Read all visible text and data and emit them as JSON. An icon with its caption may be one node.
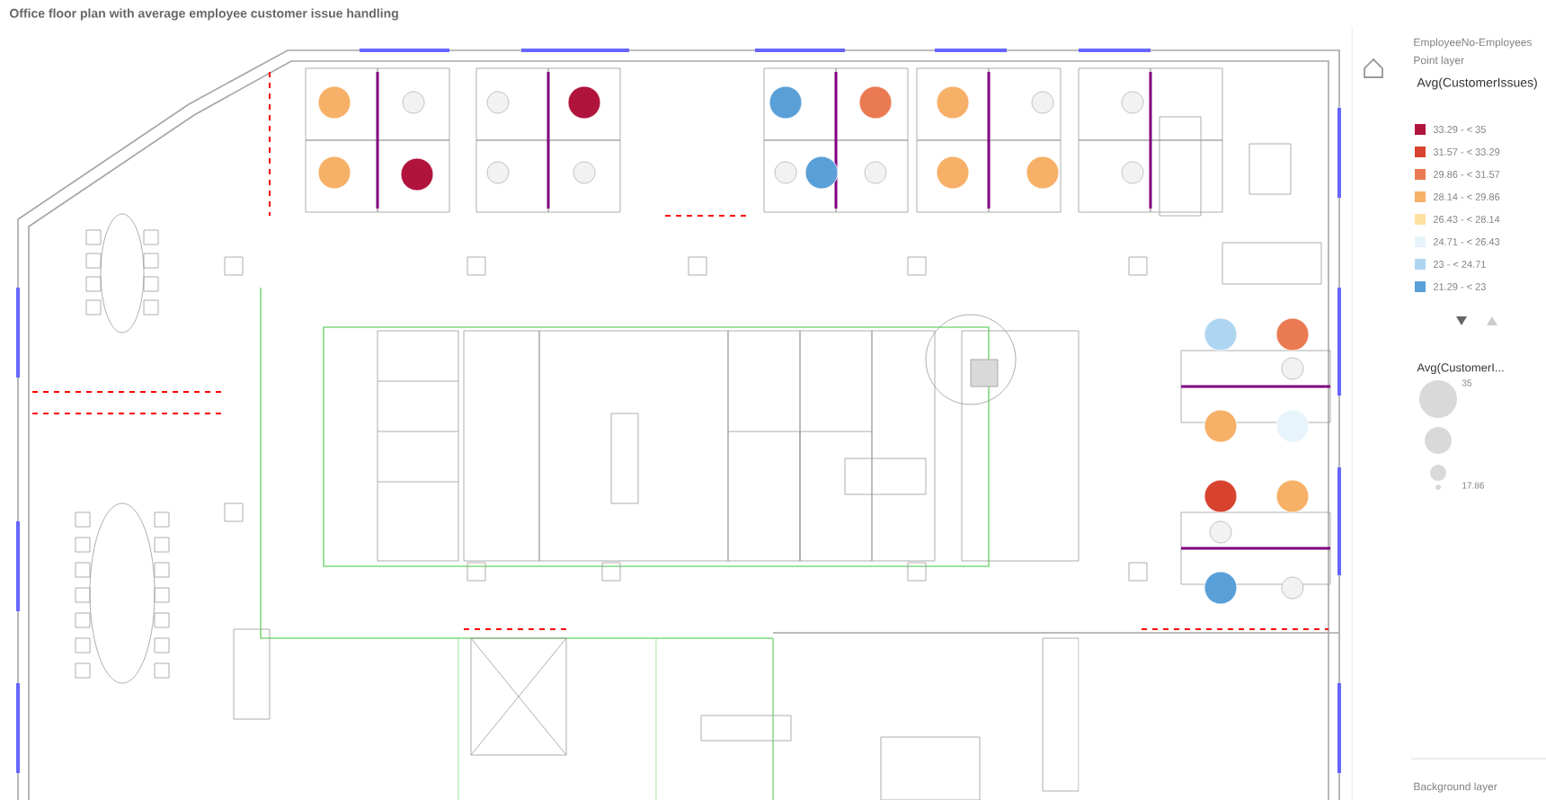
{
  "diagram": {
    "title": "Office floor plan with average employee customer issue handling",
    "labels": [
      "EmployeeNo-Employees",
      "Point layer",
      "Avg(CustomerIssues)",
      "Avg(CustomerI...",
      "35",
      "17.86",
      "Background layer"
    ],
    "legend": [
      {
        "text": "33.29 - < 35",
        "color": "#b0143c"
      },
      {
        "text": "31.57 - < 33.29",
        "color": "#d8432f"
      },
      {
        "text": "29.86 - < 31.57",
        "color": "#ea7a52"
      },
      {
        "text": "28.14 - < 29.86",
        "color": "#f7b068"
      },
      {
        "text": "26.43 - < 28.14",
        "color": "#fde1a0"
      },
      {
        "text": "24.71 - < 26.43",
        "color": "#e8f4fb"
      },
      {
        "text": "23 - < 24.71",
        "color": "#aed6f1"
      },
      {
        "text": "21.29 - < 23",
        "color": "#5aa0d8"
      }
    ]
  }
}
